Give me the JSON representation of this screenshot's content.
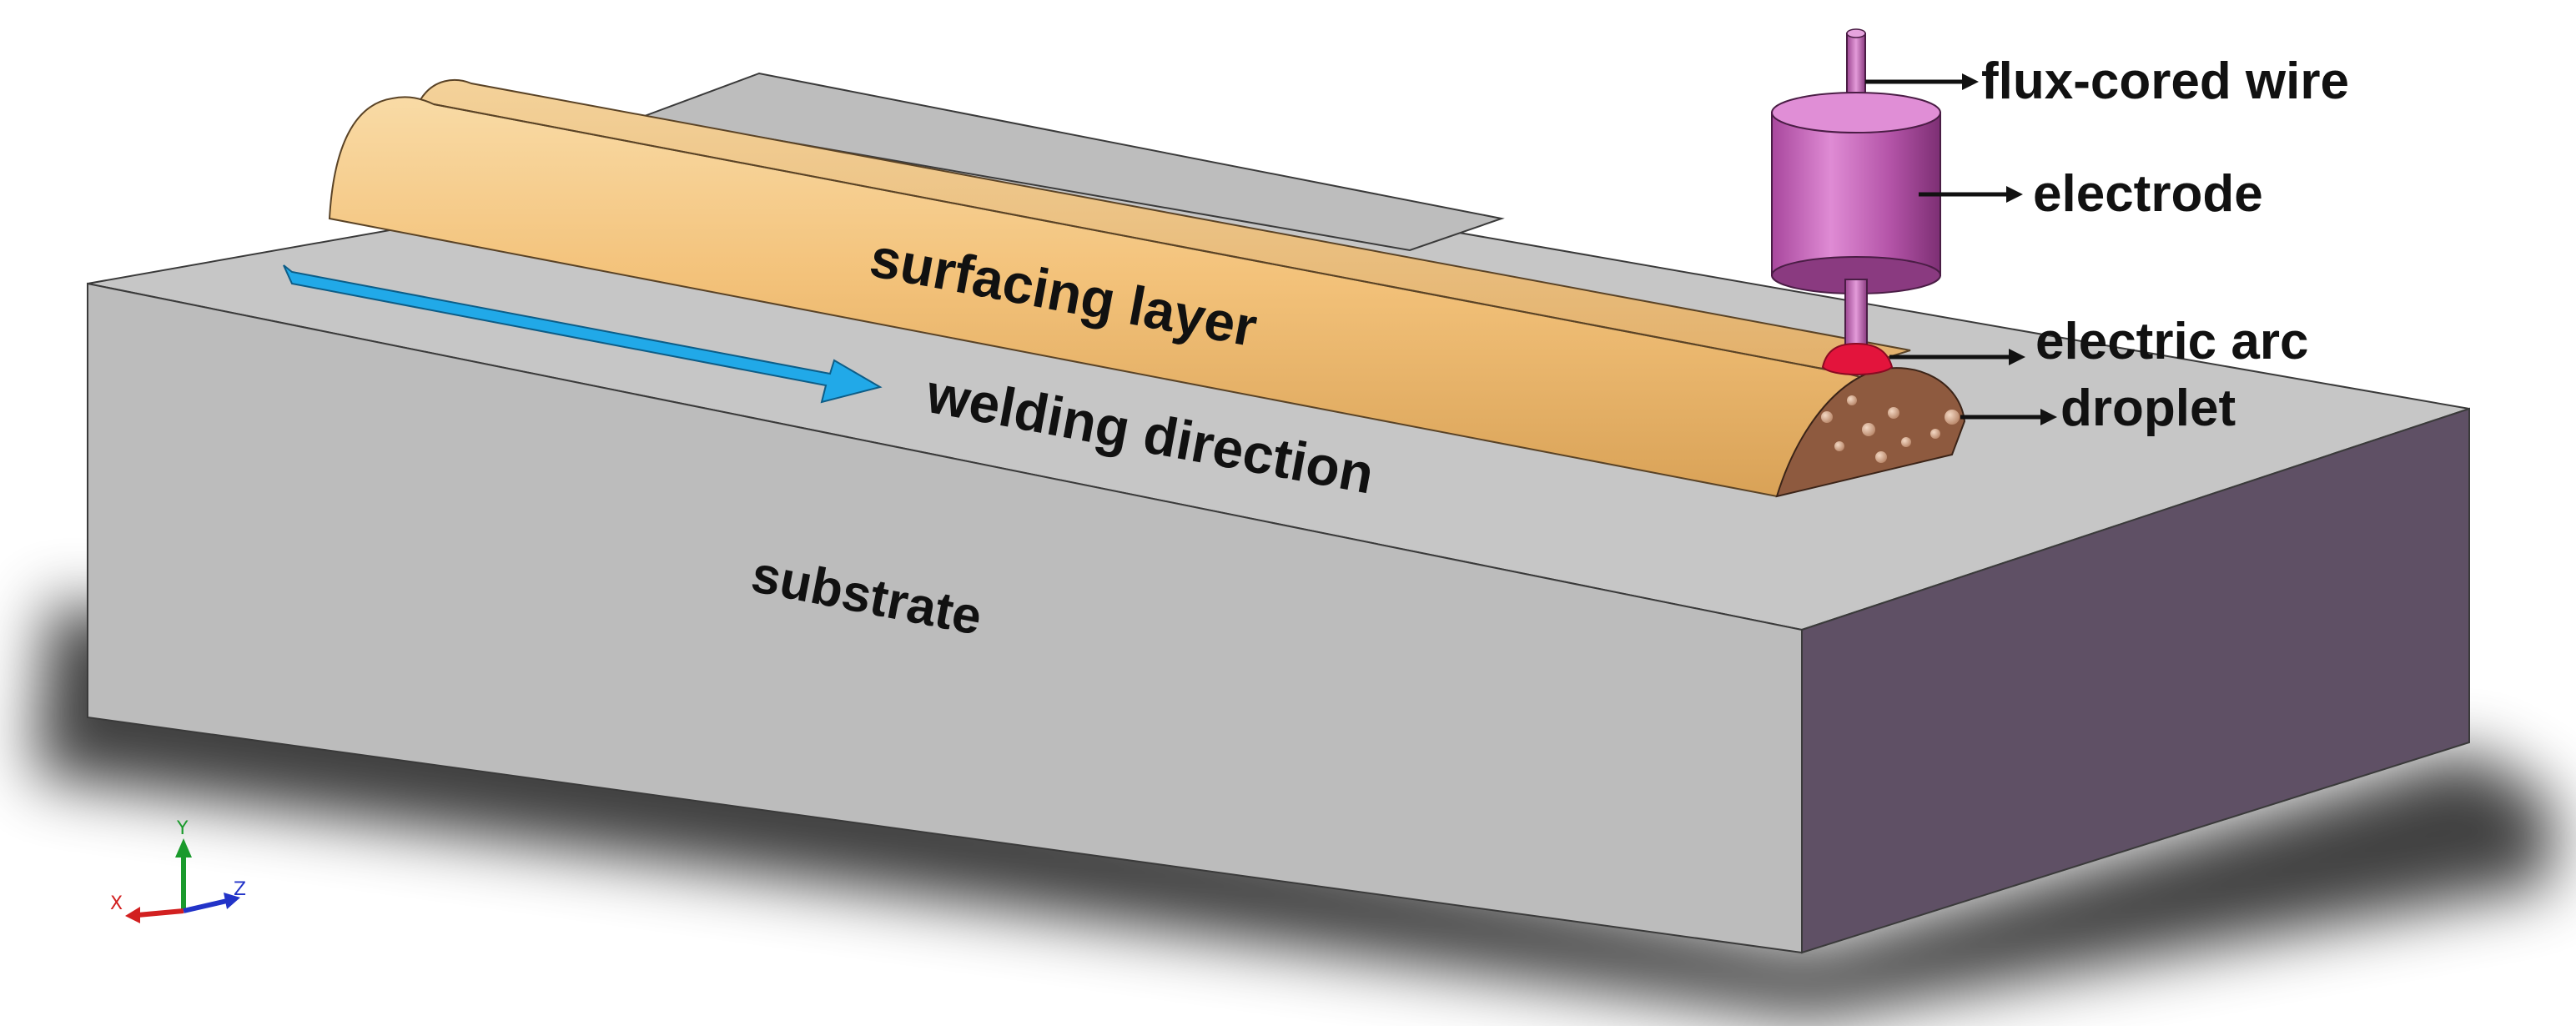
{
  "labels": {
    "flux_cored_wire": "flux-cored wire",
    "electrode": "electrode",
    "electric_arc": "electric arc",
    "droplet": "droplet",
    "surfacing_layer": "surfacing layer",
    "welding_direction": "welding direction",
    "substrate": "substrate"
  },
  "axes": {
    "x": "X",
    "y": "Y",
    "z": "Z"
  },
  "colors": {
    "substrate_top": "#c4c4c4",
    "substrate_front": "#b9b9b9",
    "substrate_side": "#5e4f64",
    "bead": "#f3c27a",
    "bead_end": "#8f5a3e",
    "electrode": "#c462b8",
    "arc": "#e3143c",
    "arrow": "#21a9e8",
    "axis_x": "#d22020",
    "axis_y": "#1a9a2c",
    "axis_z": "#2233c8"
  }
}
